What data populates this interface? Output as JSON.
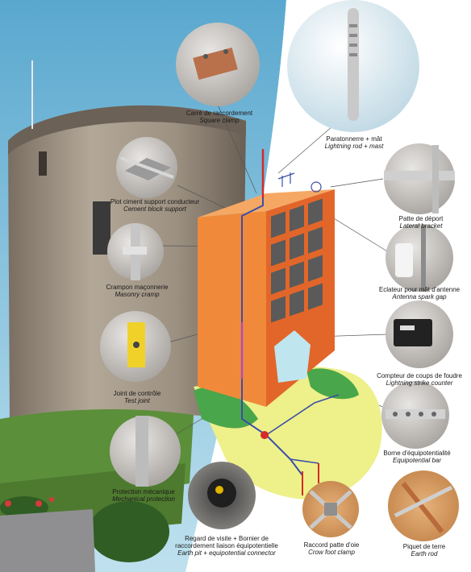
{
  "captions": {
    "square_clamp": {
      "fr": "Carré de raccordement",
      "en": "Square clamp"
    },
    "lightning_rod": {
      "fr": "Paratonnerre + mât",
      "en": "Lightning rod + mast"
    },
    "cement_block": {
      "fr": "Plot ciment support conducteur",
      "en": "Cement block support"
    },
    "lateral_bracket": {
      "fr": "Patte de déport",
      "en": "Lateral bracket"
    },
    "masonry_cramp": {
      "fr": "Crampon maçonnerie",
      "en": "Masonry cramp"
    },
    "spark_gap": {
      "fr": "Eclateur pour mât d'antenne",
      "en": "Antenna spark gap"
    },
    "test_joint": {
      "fr": "Joint de contrôle",
      "en": "Test joint"
    },
    "strike_counter": {
      "fr": "Compteur de coups de foudre",
      "en": "Lightning strike counter"
    },
    "equipotential_bar": {
      "fr": "Borne d'équipotentialité",
      "en": "Equipotential bar"
    },
    "mechanical_protection": {
      "fr": "Protection mécanique",
      "en": "Mechanical protection"
    },
    "earth_pit": {
      "fr1": "Regard de visite + Bornier de",
      "fr2": "raccordement liaison équipotentielle",
      "en": "Earth pit + equipotential connector"
    },
    "crow_foot": {
      "fr": "Raccord patte d'oie",
      "en": "Crow foot clamp"
    },
    "earth_rod": {
      "fr": "Piquet de terre",
      "en": "Earth rod"
    }
  },
  "colors": {
    "building_front": "#f08a3a",
    "building_side": "#e2662a",
    "conductor": "#3a4fa8",
    "ground_green": "#4aa64a",
    "ground_yellow": "#eef08a",
    "rod_red": "#d42a2a"
  }
}
